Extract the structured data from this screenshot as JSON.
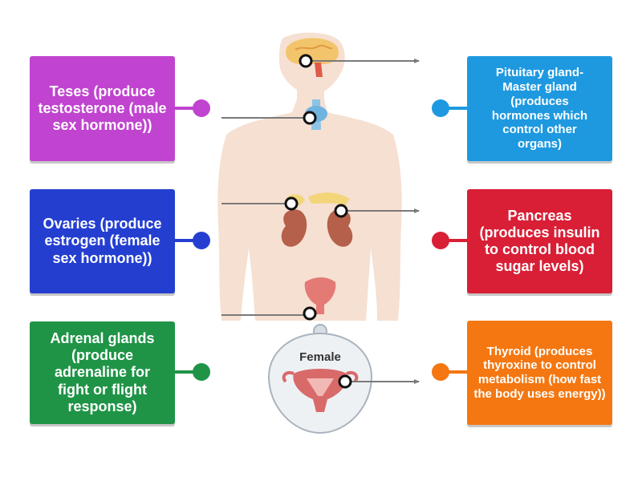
{
  "colors": {
    "magenta": "#c044cf",
    "blue": "#243fd0",
    "green": "#1f9447",
    "skyblue": "#1e99e0",
    "red": "#d81f36",
    "orange": "#f47711",
    "skin": "#f6e0d2",
    "pointer_line": "#7a7a7a"
  },
  "figure": {
    "inset_label": "Female"
  },
  "cards": {
    "teses": "Teses (produce testosterone (male sex hormone))",
    "ovaries": "Ovaries (produce estrogen (female sex hormone))",
    "adrenal": "Adrenal glands (produce adrenaline for fight or flight response)",
    "pituitary": "Pituitary gland- Master gland (produces hormones which control other organs)",
    "pancreas": "Pancreas (produces insulin to control blood sugar levels)",
    "thyroid": "Thyroid (produces thyroxine to control metabolism (how fast the body uses energy))"
  },
  "targets": [
    {
      "id": "target-pituitary"
    },
    {
      "id": "target-thyroid"
    },
    {
      "id": "target-adrenal-left"
    },
    {
      "id": "target-pancreas"
    },
    {
      "id": "target-uterus"
    },
    {
      "id": "target-ovary-inset"
    }
  ]
}
